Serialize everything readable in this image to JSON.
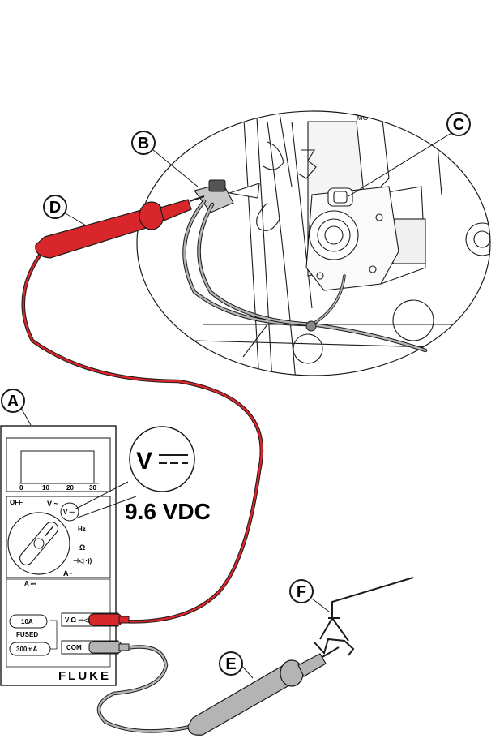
{
  "callouts": {
    "a": "A",
    "b": "B",
    "c": "C",
    "d": "D",
    "e": "E",
    "f": "F"
  },
  "meter": {
    "brand": "FLUKE",
    "scale": [
      "0",
      "10",
      "20",
      "30"
    ],
    "dial": {
      "off": "OFF",
      "v_ac": "V ~",
      "v_dc": "V ⎓",
      "hz": "Hz",
      "ohm": "Ω",
      "diode": "⊣◁ ·))",
      "a_ac": "A~",
      "a_dc": "A ⎓"
    },
    "jacks": {
      "ten_a": "10A",
      "fused": "FUSED",
      "ma": "300mA",
      "com": "COM",
      "v_ohm": "V Ω ⊣◁"
    }
  },
  "zoom": {
    "symbol": "V"
  },
  "reading": "9.6 VDC",
  "colors": {
    "red_lead": "#d9262b",
    "gray_lead": "#b4b4b4",
    "line": "#1a1a1a"
  }
}
